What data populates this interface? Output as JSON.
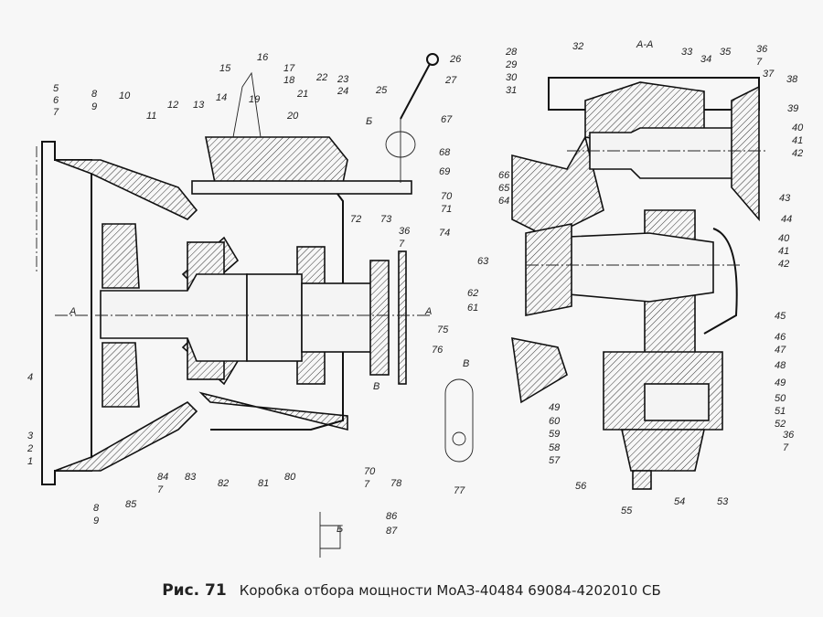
{
  "figure": {
    "number": "Рис. 71",
    "caption": "Коробка отбора мощности МоАЗ-40484 69084-4202010 СБ"
  },
  "section_marks": {
    "aa": "А-А",
    "a_left": "А",
    "a_right": "А",
    "b_top": "Б",
    "b_detail": "Б",
    "v_lower": "В",
    "v_detail": "В"
  },
  "labels": [
    "5",
    "6",
    "7",
    "8",
    "9",
    "10",
    "11",
    "12",
    "13",
    "14",
    "15",
    "16",
    "17",
    "18",
    "19",
    "20",
    "21",
    "22",
    "23",
    "24",
    "25",
    "26",
    "27",
    "67",
    "68",
    "69",
    "70",
    "71",
    "74",
    "72",
    "73",
    "36",
    "7",
    "75",
    "76",
    "4",
    "3",
    "2",
    "1",
    "8",
    "9",
    "85",
    "84",
    "7",
    "83",
    "82",
    "81",
    "80",
    "78",
    "70",
    "7",
    "77",
    "86",
    "87",
    "32",
    "28",
    "29",
    "30",
    "31",
    "33",
    "34",
    "35",
    "36",
    "7",
    "37",
    "38",
    "39",
    "40",
    "41",
    "42",
    "43",
    "44",
    "40",
    "41",
    "42",
    "45",
    "46",
    "47",
    "48",
    "49",
    "50",
    "51",
    "52",
    "36",
    "7",
    "53",
    "54",
    "55",
    "56",
    "57",
    "58",
    "59",
    "60",
    "49",
    "61",
    "62",
    "63",
    "64",
    "65",
    "66"
  ]
}
